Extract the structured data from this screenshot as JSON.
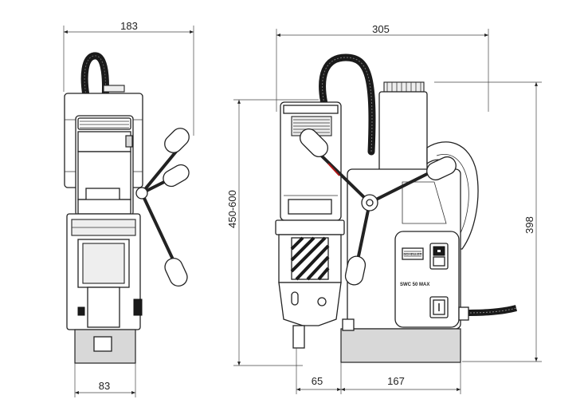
{
  "dimensions": {
    "front_width": "183",
    "front_base_width": "83",
    "side_total_width": "305",
    "side_overhang": "65",
    "side_base_depth": "167",
    "height_range": "450-600",
    "total_height": "398"
  },
  "labels": {
    "model": "SWC 50 MAX",
    "brand": "SCHELLER"
  },
  "colors": {
    "line": "#222222",
    "cable": "#1a1a1a",
    "red_marker": "#b01515"
  }
}
